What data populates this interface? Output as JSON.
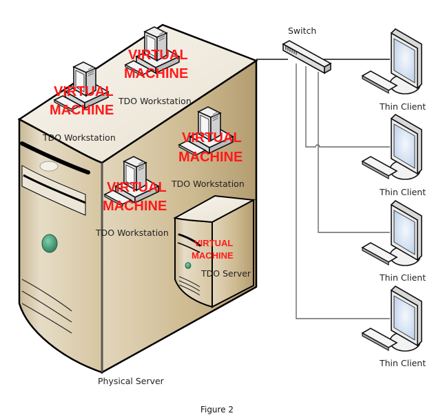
{
  "figure": {
    "caption": "Figure 2"
  },
  "colors": {
    "server_body": "#d8c9a8",
    "server_top": "#f3eee4",
    "vm_label": "#ff1a1a",
    "power_led": "#3e9a72",
    "network_line": "#555555"
  },
  "physical_server": {
    "label": "Physical Server",
    "icon": "tower-server-icon"
  },
  "workstations": [
    {
      "vm_line1": "VIRTUAL",
      "vm_line2": "MACHINE",
      "label": "TDO Workstation",
      "icon": "desktop-computer-icon"
    },
    {
      "vm_line1": "VIRTUAL",
      "vm_line2": "MACHINE",
      "label": "TDO Workstation",
      "icon": "desktop-computer-icon"
    },
    {
      "vm_line1": "VIRTUAL",
      "vm_line2": "MACHINE",
      "label": "TDO Workstation",
      "icon": "desktop-computer-icon"
    },
    {
      "vm_line1": "VIRTUAL",
      "vm_line2": "MACHINE",
      "label": "TDO Workstation",
      "icon": "desktop-computer-icon"
    }
  ],
  "tdo_server": {
    "vm_line1": "VIRTUAL",
    "vm_line2": "MACHINE",
    "label": "TDO Server",
    "icon": "tower-server-icon"
  },
  "switch": {
    "label": "Switch",
    "icon": "network-switch-icon"
  },
  "thin_clients": [
    {
      "label": "Thin Client",
      "icon": "monitor-icon"
    },
    {
      "label": "Thin Client",
      "icon": "monitor-icon"
    },
    {
      "label": "Thin Client",
      "icon": "monitor-icon"
    },
    {
      "label": "Thin Client",
      "icon": "monitor-icon"
    }
  ]
}
